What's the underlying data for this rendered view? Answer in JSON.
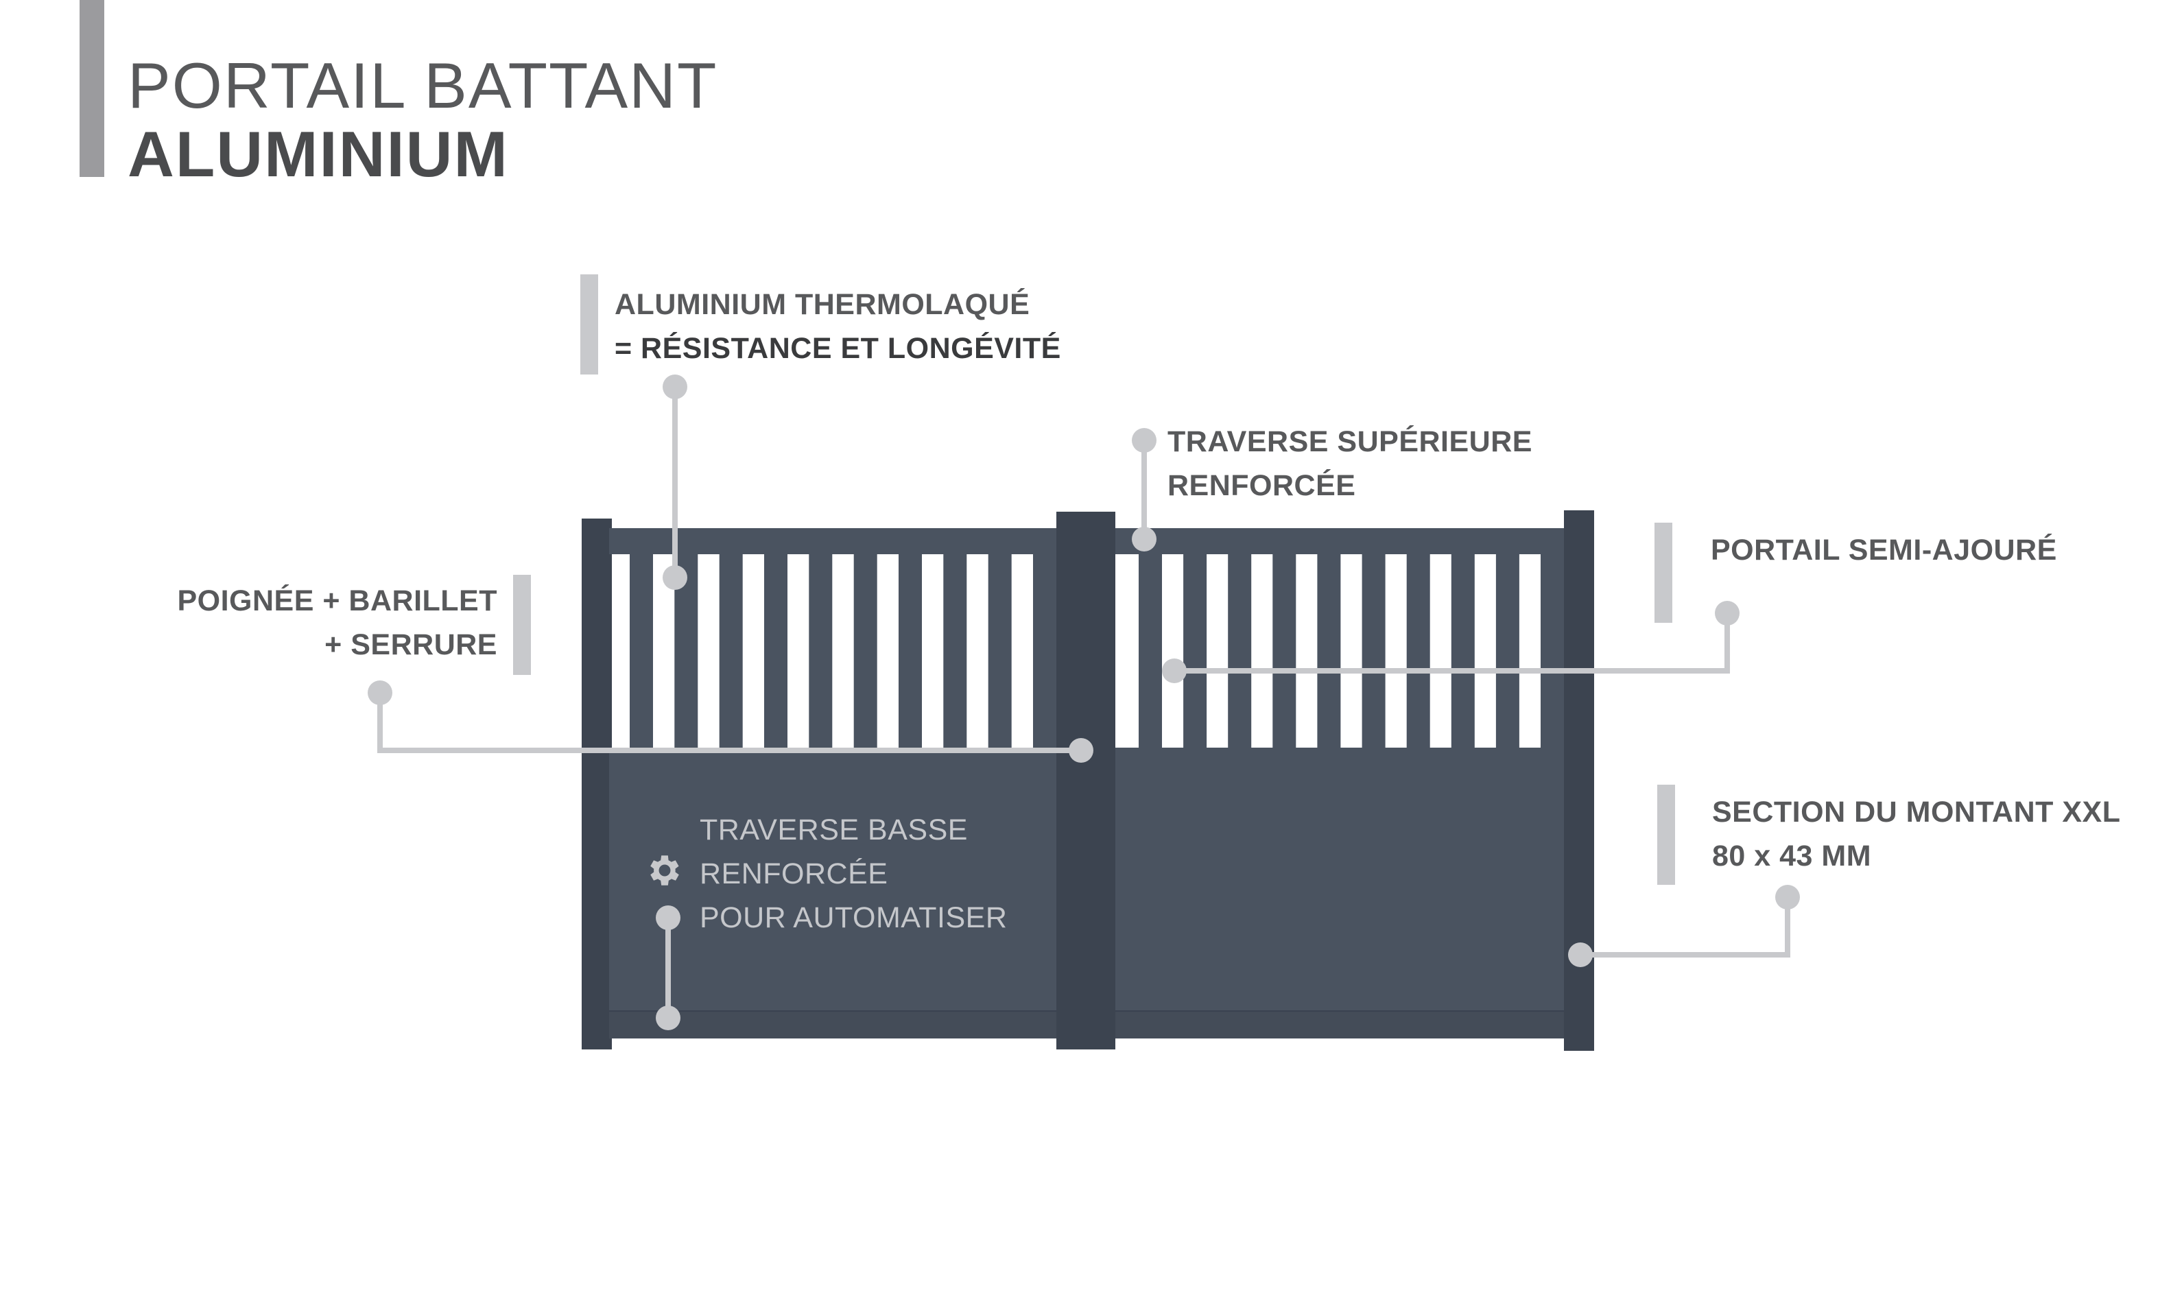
{
  "header": {
    "title_line1": "PORTAIL BATTANT",
    "title_line2": "ALUMINIUM"
  },
  "colors": {
    "gate": "#4a5360",
    "gate_dark": "#3c4450",
    "callout": "#c8c9cc",
    "text": "#58595b"
  },
  "callouts": [
    {
      "id": "material",
      "lines": [
        "ALUMINIUM THERMOLAQUÉ",
        "= RÉSISTANCE ET LONGÉVITÉ"
      ]
    },
    {
      "id": "top-rail",
      "lines": [
        "TRAVERSE SUPÉRIEURE",
        "RENFORCÉE"
      ]
    },
    {
      "id": "semi-open",
      "lines": [
        "PORTAIL SEMI-AJOURÉ"
      ]
    },
    {
      "id": "handle",
      "lines": [
        "POIGNÉE + BARILLET",
        "+ SERRURE"
      ]
    },
    {
      "id": "post-section",
      "lines": [
        "SECTION DU MONTANT XXL",
        "80 x 43 MM"
      ]
    },
    {
      "id": "bottom-rail",
      "icon": "gear-icon",
      "lines": [
        "TRAVERSE BASSE",
        "RENFORCÉE",
        "POUR AUTOMATISER"
      ]
    }
  ]
}
